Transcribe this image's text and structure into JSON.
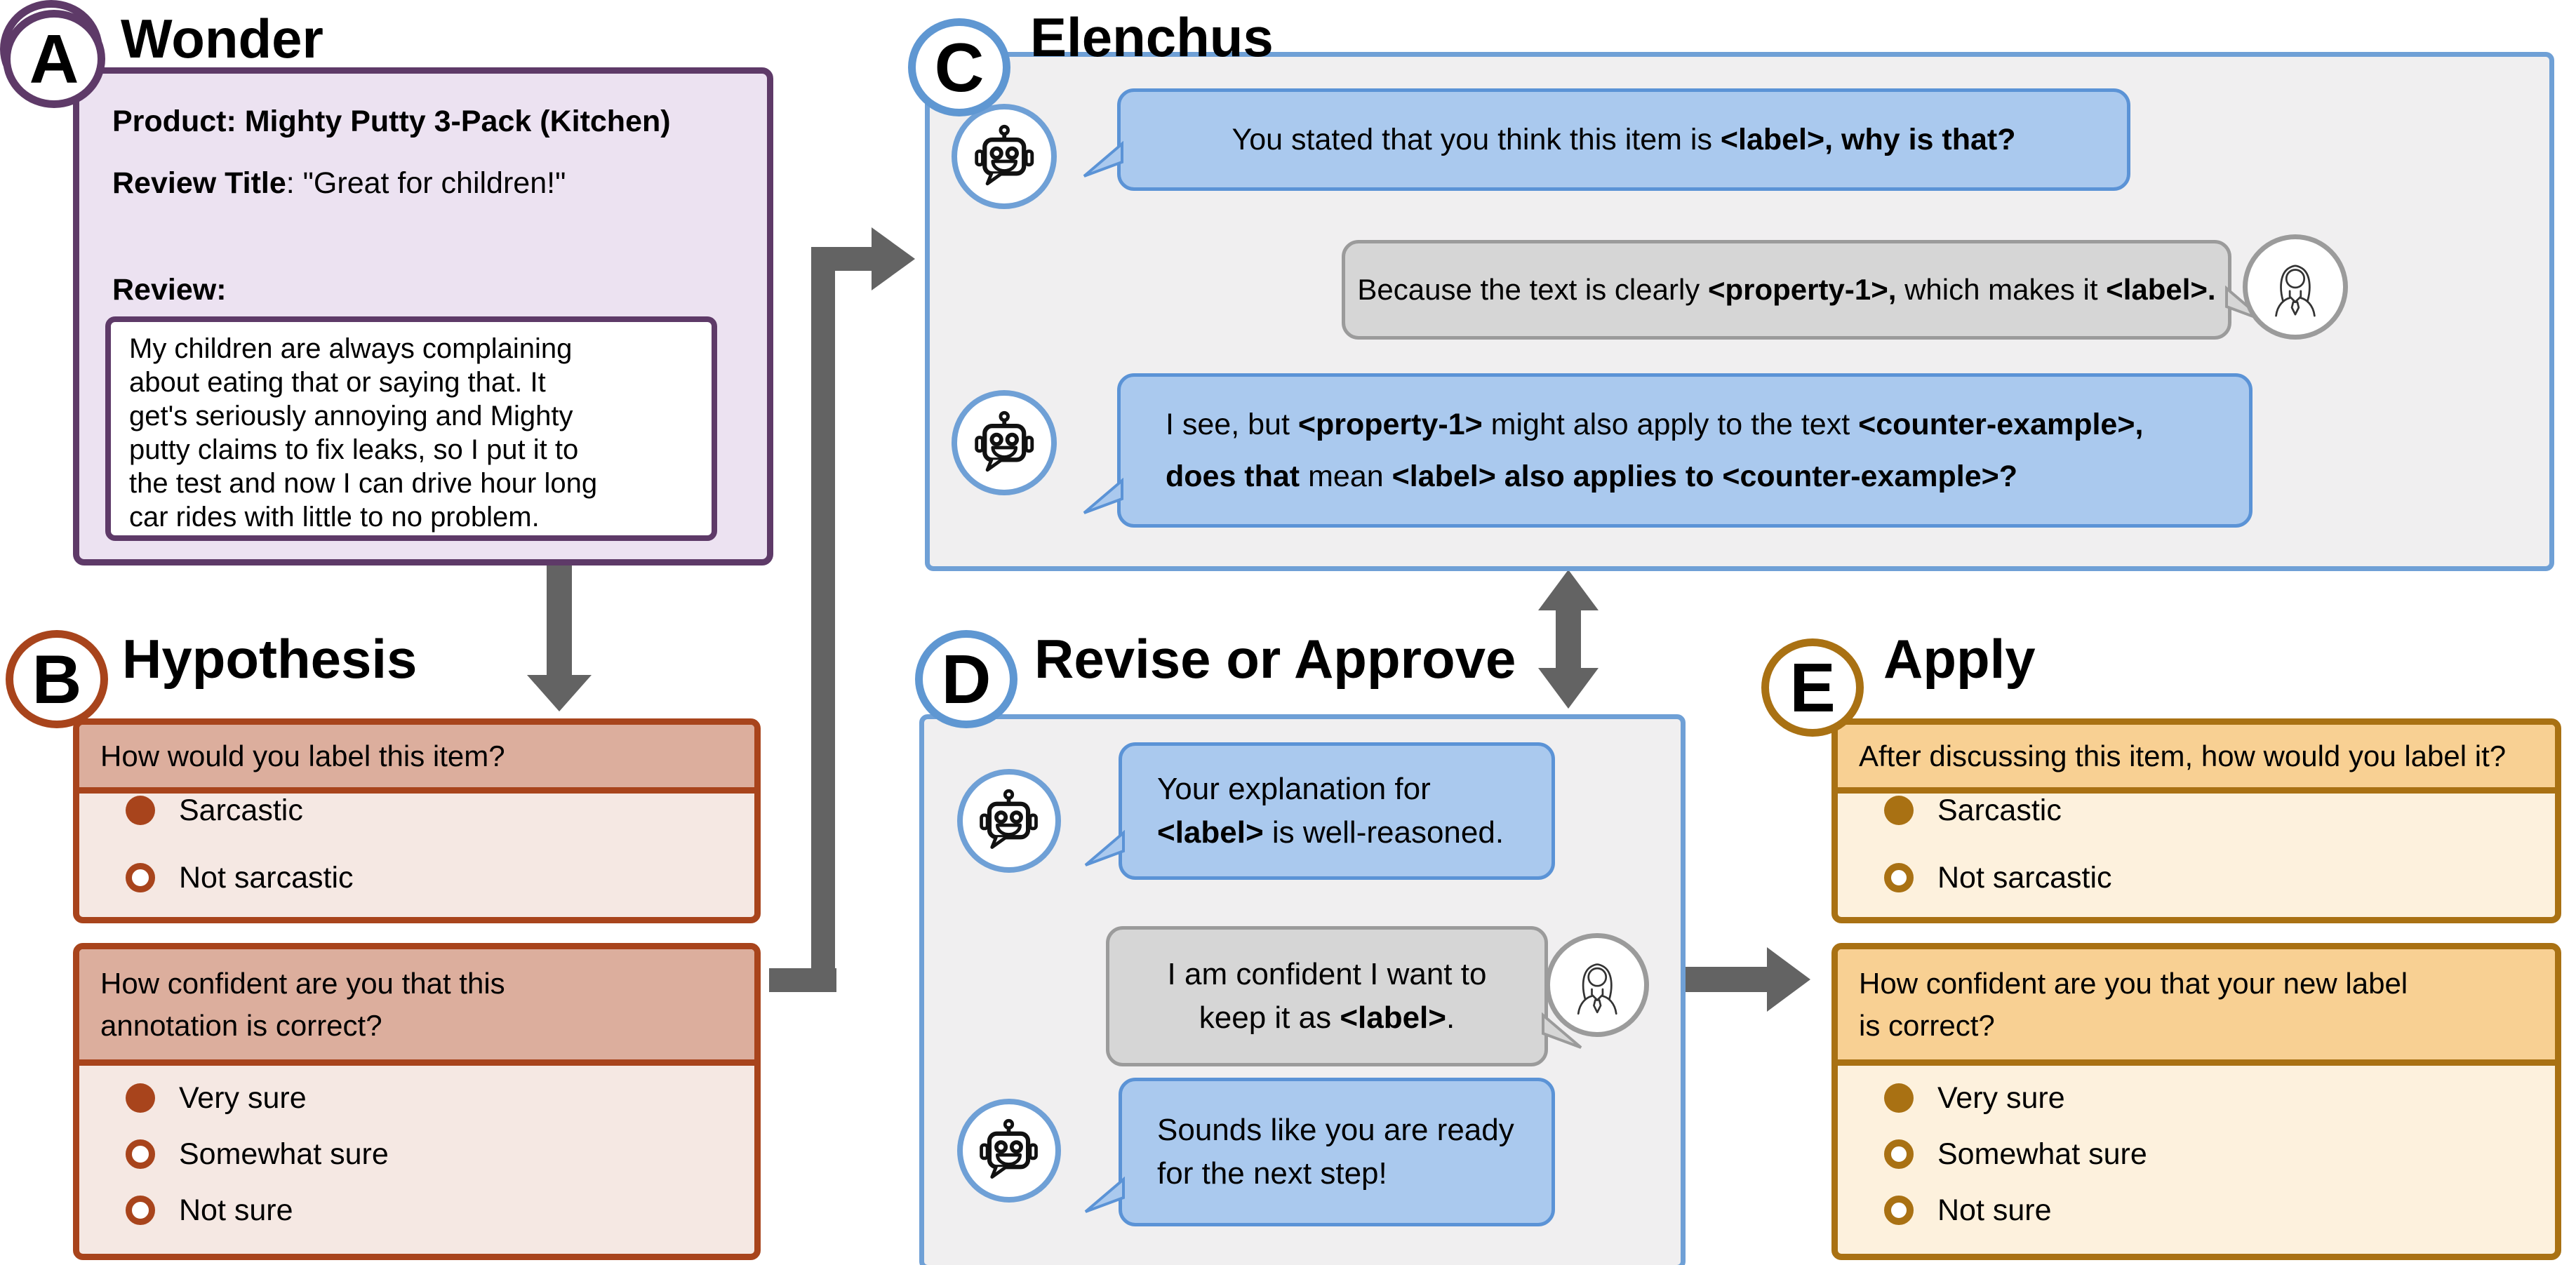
{
  "colors": {
    "purple_border": "#5e3a68",
    "purple_bg": "#ece2f1",
    "rust_border": "#a8441c",
    "rust_header_bg": "#dcae9d",
    "rust_body_bg": "#f5e8e3",
    "gold_border": "#a97113",
    "gold_header_bg": "#f8d093",
    "gold_body_bg": "#fdf1dd",
    "blue_panel_border": "#6fa0d6",
    "panel_bg": "#f0eff0",
    "bubble_blue_bg": "#aac9ee",
    "bubble_blue_border": "#5b93d6",
    "bubble_gray_bg": "#d6d6d6",
    "bubble_gray_border": "#9b9b9b",
    "arrow_gray": "#636363"
  },
  "panel_a": {
    "letter": "A",
    "title": "Wonder",
    "product_line": [
      {
        "t": "Product: Mighty Putty 3-Pack (Kitchen)",
        "b": true
      }
    ],
    "review_title_line": [
      {
        "t": "Review Title",
        "b": true
      },
      {
        "t": ": \"Great for children!\"",
        "b": false
      }
    ],
    "review_heading": "Review:",
    "review_lines": [
      "My children are always complaining",
      "about eating that or saying that. It",
      "get's seriously annoying and Mighty",
      "putty claims to fix leaks, so I put it to",
      "the test and now I can drive hour long",
      "car rides with little to no problem."
    ]
  },
  "panel_b": {
    "letter": "B",
    "title": "Hypothesis",
    "q1": {
      "question_lines": [
        "How would you label this item?"
      ],
      "options": [
        {
          "label": "Sarcastic",
          "selected": true
        },
        {
          "label": "Not sarcastic",
          "selected": false
        }
      ]
    },
    "q2": {
      "question_lines": [
        "How confident are you that this",
        "annotation is correct?"
      ],
      "options": [
        {
          "label": "Very sure",
          "selected": true
        },
        {
          "label": "Somewhat sure",
          "selected": false
        },
        {
          "label": "Not sure",
          "selected": false
        }
      ]
    }
  },
  "panel_c": {
    "letter": "C",
    "title": "Elenchus",
    "bubble1": {
      "speaker": "ai",
      "lines": [
        [
          {
            "t": "You stated that you think this item is ",
            "b": false
          },
          {
            "t": "<label>, why is that?",
            "b": true
          }
        ]
      ]
    },
    "bubble2": {
      "speaker": "human",
      "lines": [
        [
          {
            "t": "Because the text is clearly ",
            "b": false
          },
          {
            "t": "<property-1>,",
            "b": true
          },
          {
            "t": " which makes it ",
            "b": false
          },
          {
            "t": "<label>.",
            "b": true
          }
        ]
      ]
    },
    "bubble3": {
      "speaker": "ai",
      "lines": [
        [
          {
            "t": "I see, but ",
            "b": false
          },
          {
            "t": "<property-1>",
            "b": true
          },
          {
            "t": " might also apply to the text ",
            "b": false
          },
          {
            "t": "<counter-example>,",
            "b": true
          }
        ],
        [
          {
            "t": "does that",
            "b": true
          },
          {
            "t": " mean ",
            "b": false
          },
          {
            "t": "<label> also applies to <counter-example>?",
            "b": true
          }
        ]
      ]
    }
  },
  "panel_d": {
    "letter": "D",
    "title": "Revise or Approve",
    "bubble1": {
      "speaker": "ai",
      "lines": [
        [
          {
            "t": "Your explanation for",
            "b": false
          }
        ],
        [
          {
            "t": "<label>",
            "b": true
          },
          {
            "t": " is well-reasoned.",
            "b": false
          }
        ]
      ]
    },
    "bubble2": {
      "speaker": "human",
      "lines": [
        [
          {
            "t": "I am confident I want to",
            "b": false
          }
        ],
        [
          {
            "t": "keep it as ",
            "b": false
          },
          {
            "t": "<label>",
            "b": true
          },
          {
            "t": ".",
            "b": false
          }
        ]
      ]
    },
    "bubble3": {
      "speaker": "ai",
      "lines": [
        [
          {
            "t": "Sounds like you are ready",
            "b": false
          }
        ],
        [
          {
            "t": "for the next step!",
            "b": false
          }
        ]
      ]
    }
  },
  "panel_e": {
    "letter": "E",
    "title": "Apply",
    "q1": {
      "question_lines": [
        "After discussing this item, how would you label it?"
      ],
      "options": [
        {
          "label": "Sarcastic",
          "selected": true
        },
        {
          "label": "Not sarcastic",
          "selected": false
        }
      ]
    },
    "q2": {
      "question_lines": [
        "How confident are you that your new label",
        "is correct?"
      ],
      "options": [
        {
          "label": "Very sure",
          "selected": true
        },
        {
          "label": "Somewhat sure",
          "selected": false
        },
        {
          "label": "Not sure",
          "selected": false
        }
      ]
    }
  }
}
